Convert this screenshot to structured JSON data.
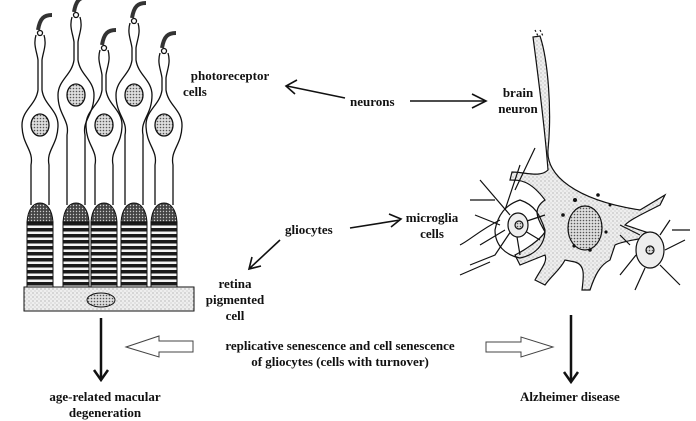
{
  "diagram": {
    "labels": {
      "photoreceptor": [
        "photoreceptor",
        "cells"
      ],
      "neurons": "neurons",
      "brain_neuron": [
        "brain",
        "neuron"
      ],
      "gliocytes": "gliocytes",
      "microglia": [
        "microglia",
        "cells"
      ],
      "rpe": [
        "retina",
        "pigmented",
        "cell"
      ],
      "senescence": [
        "replicative senescence and cell senescence",
        "of gliocytes (cells with turnover)"
      ],
      "amd": [
        "age-related macular",
        "degeneration"
      ],
      "alzheimer": "Alzheimer disease"
    },
    "colors": {
      "ink": "#111111",
      "stipple": "#e6e6e6"
    }
  }
}
